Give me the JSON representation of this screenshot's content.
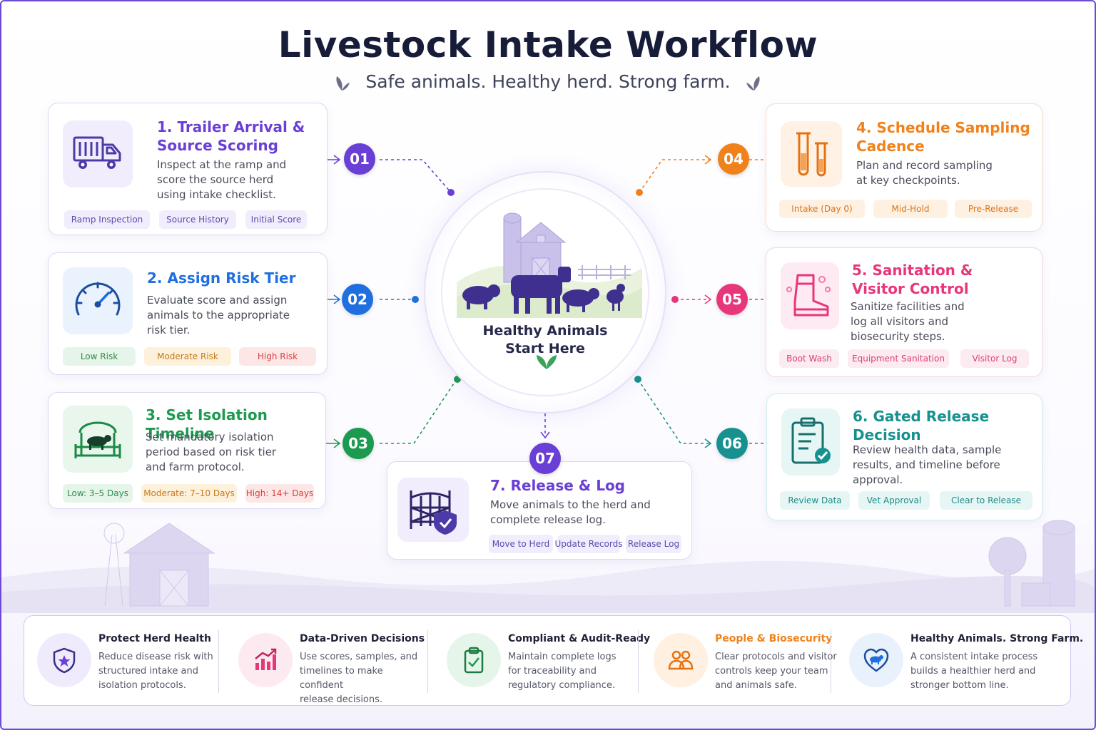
{
  "header": {
    "title": "Livestock Intake Workflow",
    "subtitle": "Safe animals. Healthy herd. Strong farm."
  },
  "hub": {
    "text": "Healthy Animals\nStart Here"
  },
  "steps": [
    {
      "badge": "01",
      "title": "1. Trailer Arrival &\n    Source Scoring",
      "desc": "Inspect at the ramp and\nscore the source herd\nusing intake checklist.",
      "icon": "truck-icon",
      "color": "#6a3fd6",
      "chips": [
        "Ramp Inspection",
        "Source History",
        "Initial Score"
      ]
    },
    {
      "badge": "02",
      "title": "2. Assign Risk Tier",
      "desc": "Evaluate score and assign\nanimals to the appropriate\nrisk tier.",
      "icon": "gauge-icon",
      "color": "#1f6fe0",
      "chips": [
        "Low Risk",
        "Moderate Risk",
        "High Risk"
      ]
    },
    {
      "badge": "03",
      "title": "3. Set Isolation Timeline",
      "desc": "Set mandatory isolation\nperiod based on risk tier\nand farm protocol.",
      "icon": "isolation-pen-icon",
      "color": "#1c9a4f",
      "chips": [
        "Low: 3–5 Days",
        "Moderate: 7–10 Days",
        "High: 14+ Days"
      ]
    },
    {
      "badge": "04",
      "title": "4. Schedule Sampling\n    Cadence",
      "desc": "Plan and record sampling\nat key checkpoints.",
      "icon": "test-tubes-icon",
      "color": "#f0821c",
      "chips": [
        "Intake (Day 0)",
        "Mid-Hold",
        "Pre-Release"
      ]
    },
    {
      "badge": "05",
      "title": "5. Sanitation &\n    Visitor Control",
      "desc": "Sanitize facilities and\nlog all visitors and\nbiosecurity steps.",
      "icon": "boot-icon",
      "color": "#e8367a",
      "chips": [
        "Boot Wash",
        "Equipment Sanitation",
        "Visitor Log"
      ]
    },
    {
      "badge": "06",
      "title": "6. Gated Release\n    Decision",
      "desc": "Review health data, sample\nresults, and timeline before\napproval.",
      "icon": "clipboard-check-icon",
      "color": "#17918f",
      "chips": [
        "Review Data",
        "Vet Approval",
        "Clear to Release"
      ]
    },
    {
      "badge": "07",
      "title": "7. Release & Log",
      "desc": "Move animals to the herd and\ncomplete release log.",
      "icon": "gate-shield-icon",
      "color": "#6a3fd6",
      "chips": [
        "Move to Herd",
        "Update Records",
        "Release Log"
      ]
    }
  ],
  "footer": [
    {
      "title": "Protect Herd Health",
      "desc": "Reduce disease risk with\nstructured intake and\nisolation protocols.",
      "icon": "shield-star-icon",
      "color": "#6a3fd6"
    },
    {
      "title": "Data-Driven Decisions",
      "desc": "Use scores, samples, and\ntimelines to make confident\nrelease decisions.",
      "icon": "chart-up-icon",
      "color": "#e8367a"
    },
    {
      "title": "Compliant & Audit-Ready",
      "desc": "Maintain complete logs\nfor traceability and\nregulatory compliance.",
      "icon": "clipboard-icon",
      "color": "#1c9a4f"
    },
    {
      "title": "People & Biosecurity",
      "desc": "Clear protocols and visitor\ncontrols keep your team\nand animals safe.",
      "icon": "people-icon",
      "color": "#f0821c"
    },
    {
      "title": "Healthy Animals. Strong Farm.",
      "desc": "A consistent intake process\nbuilds a healthier herd and\nstronger bottom line.",
      "icon": "heart-animal-icon",
      "color": "#1f6fe0"
    }
  ]
}
